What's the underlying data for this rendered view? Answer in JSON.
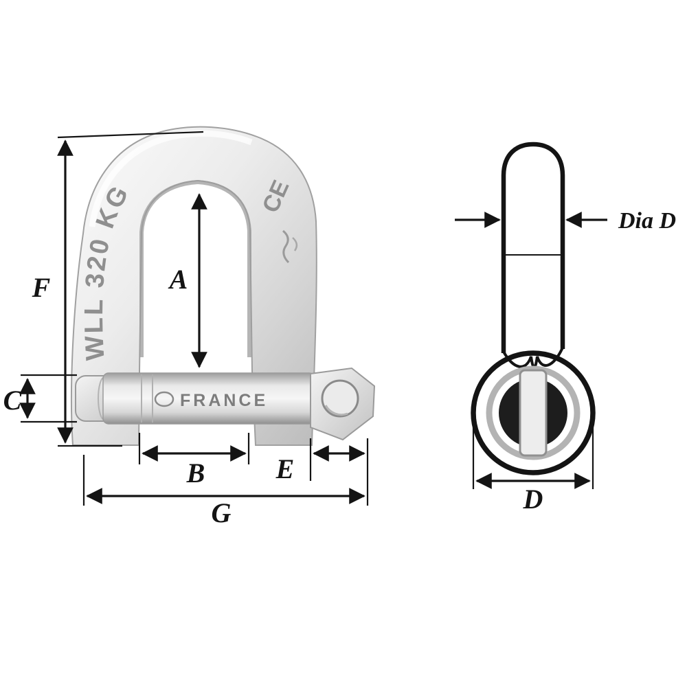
{
  "left_view": {
    "engravings": {
      "wll": "WLL 320 KG",
      "ce": "CE",
      "pin_brand": "FRANCE"
    },
    "dims": {
      "F": "F",
      "A": "A",
      "C": "C",
      "B": "B",
      "E": "E",
      "G": "G"
    }
  },
  "right_view": {
    "dims": {
      "dia_d": "Dia D",
      "d": "D"
    }
  },
  "colors": {
    "line": "#141414",
    "metal_light": "#f6f6f6",
    "metal_mid": "#d8d8d8",
    "metal_dark": "#999999",
    "engraving": "#8f8f8f",
    "background": "#ffffff"
  }
}
